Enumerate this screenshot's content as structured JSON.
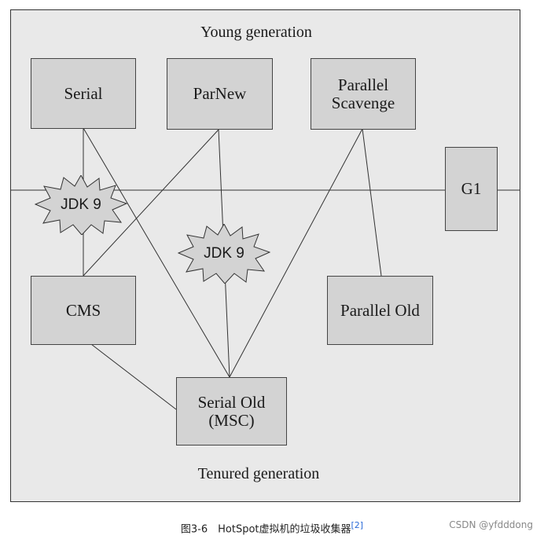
{
  "labels": {
    "young_generation": "Young generation",
    "tenured_generation": "Tenured generation"
  },
  "collectors": {
    "serial": "Serial",
    "parnew": "ParNew",
    "parallel_scavenge": "Parallel\nScavenge",
    "g1": "G1",
    "cms": "CMS",
    "parallel_old": "Parallel Old",
    "serial_old": "Serial Old\n(MSC)"
  },
  "deprecations": {
    "left": "JDK 9",
    "center": "JDK 9"
  },
  "caption": {
    "text": "图3-6　HotSpot虚拟机的垃圾收集器",
    "ref": "[2]"
  },
  "watermark": "CSDN @yfdddong",
  "colors": {
    "frame_bg": "#e9e9e9",
    "box_bg": "#d3d3d3",
    "stroke": "#333333",
    "ref_link": "#2a6ad8"
  }
}
